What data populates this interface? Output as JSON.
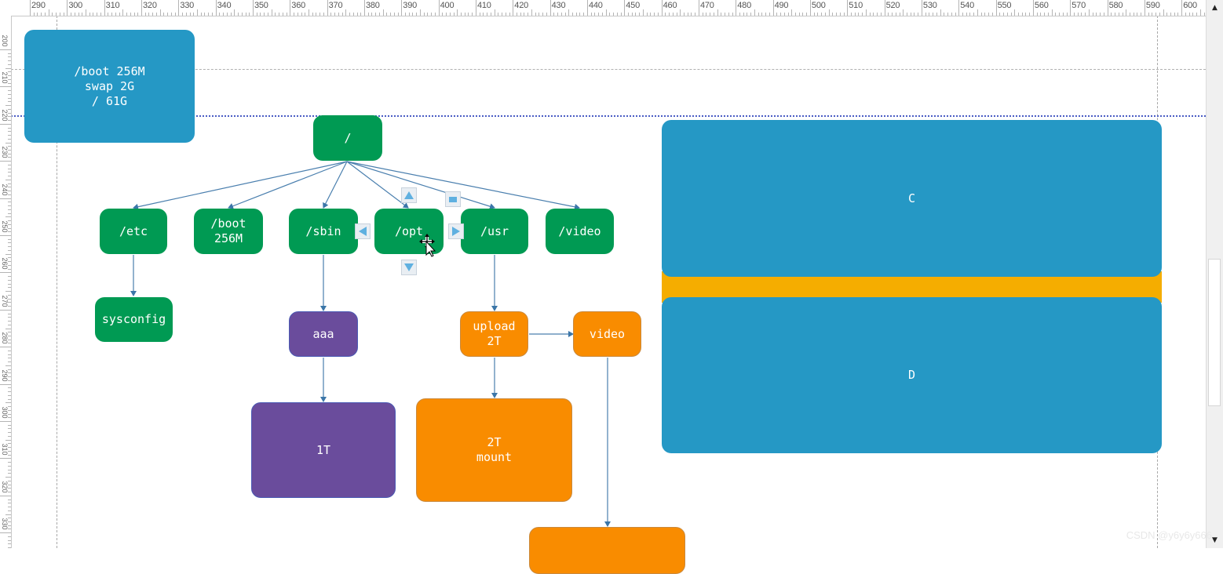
{
  "ruler": {
    "top_labels": [
      "290",
      "300",
      "310",
      "320",
      "330",
      "340",
      "350",
      "360",
      "370",
      "380",
      "390",
      "400",
      "410",
      "420",
      "430",
      "440",
      "450",
      "460",
      "470",
      "480",
      "490",
      "500",
      "510",
      "520",
      "530",
      "540",
      "550",
      "560",
      "570",
      "580",
      "590",
      "600"
    ],
    "left_labels": [
      "200",
      "210",
      "220",
      "230",
      "240",
      "250",
      "260",
      "270",
      "280",
      "290",
      "300",
      "310",
      "320",
      "330"
    ]
  },
  "scrollbar": {
    "up_icon": "▲",
    "down_icon": "▼"
  },
  "diagram": {
    "partition_summary": "/boot 256M\nswap 2G\n/ 61G",
    "root": "/",
    "etc": "/etc",
    "boot": "/boot\n256M",
    "sbin": "/sbin",
    "opt": "/opt",
    "usr": "/usr",
    "video_dir": "/video",
    "sysconfig": "sysconfig",
    "aaa": "aaa",
    "one_t": "1T",
    "upload": "upload\n2T",
    "video": "video",
    "mount": "2T\nmount",
    "disk_c": "C",
    "disk_d": "D",
    "bottom_box": ""
  },
  "colors": {
    "green": "#009a53",
    "blue": "#2598c5",
    "purple": "#6a4c9c",
    "orange": "#f98c00",
    "band": "#f5ad00",
    "connector": "#3b76a8"
  },
  "watermark": "CSDN @y6y6y666"
}
